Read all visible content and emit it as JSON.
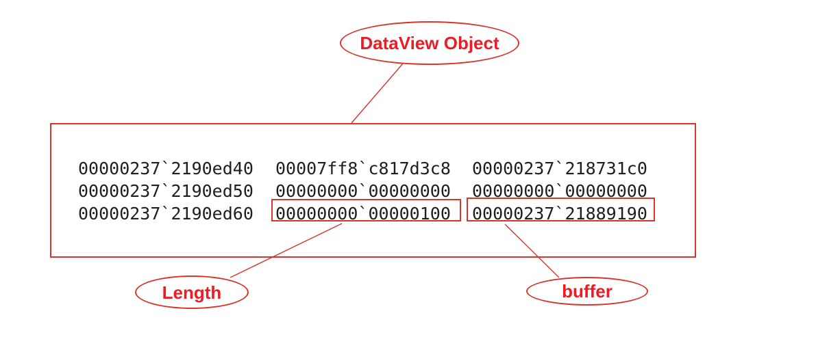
{
  "diagram": {
    "background": "#ffffff",
    "stroke_red": "#d9332a",
    "label_red": "#ed1c24",
    "dump_text_color": "#1e1e1e"
  },
  "callouts": {
    "dataview": {
      "label": "DataView Object"
    },
    "length": {
      "label": "Length"
    },
    "buffer": {
      "label": "buffer"
    }
  },
  "memory_dump": {
    "rows": [
      {
        "address": "00000237`2190ed40",
        "value1": "00007ff8`c817d3c8",
        "value2": "00000237`218731c0"
      },
      {
        "address": "00000237`2190ed50",
        "value1": "00000000`00000000",
        "value2": "00000000`00000000"
      },
      {
        "address": "00000237`2190ed60",
        "value1": "00000000`00000100",
        "value2": "00000237`21889190"
      }
    ],
    "highlighted": {
      "length_value": "00000000`00000100",
      "buffer_value": "00000237`21889190"
    }
  }
}
